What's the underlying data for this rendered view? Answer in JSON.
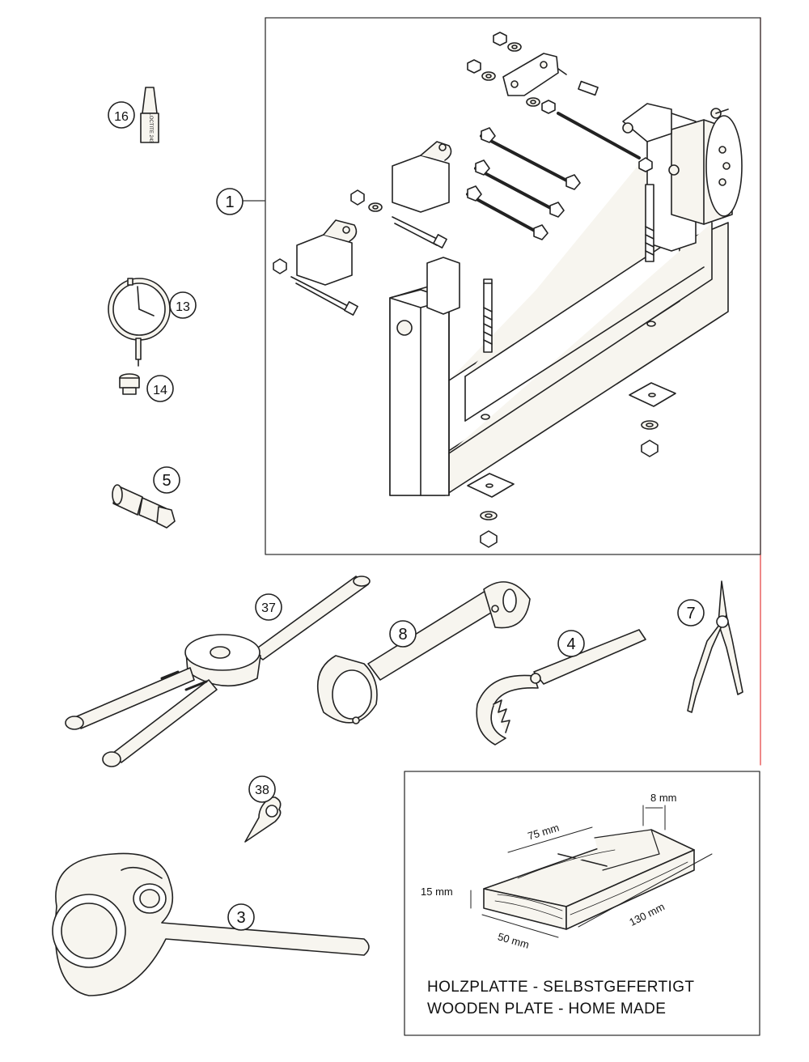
{
  "callouts": {
    "c1": "1",
    "c16": "16",
    "c13": "13",
    "c14": "14",
    "c5": "5",
    "c37": "37",
    "c8": "8",
    "c4": "4",
    "c7": "7",
    "c38": "38",
    "c3": "3"
  },
  "inset": {
    "dim_8": "8 mm",
    "dim_75": "75 mm",
    "dim_15": "15 mm",
    "dim_130": "130 mm",
    "dim_50": "50 mm",
    "caption_de": "HOLZPLATTE - SELBSTGEFERTIGT",
    "caption_en": "WOODEN PLATE - HOME MADE"
  },
  "bottle_label": "LOCTITE 243",
  "colors": {
    "line": "#222222",
    "fill": "#f7f5ef",
    "shade": "#e6e2d6",
    "accent_line": "#e43a3a"
  }
}
